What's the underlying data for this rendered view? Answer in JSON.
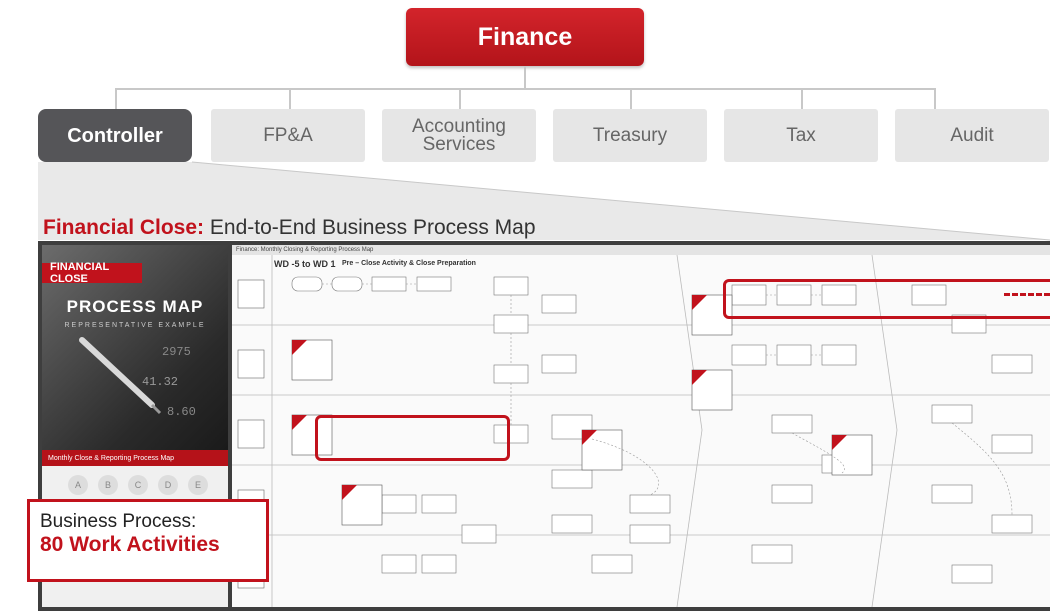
{
  "org": {
    "root_label": "Finance",
    "departments": [
      {
        "label": "Controller",
        "active": true
      },
      {
        "label": "FP&A",
        "active": false
      },
      {
        "label": "Accounting Services",
        "active": false
      },
      {
        "label": "Treasury",
        "active": false
      },
      {
        "label": "Tax",
        "active": false
      },
      {
        "label": "Audit",
        "active": false
      }
    ]
  },
  "section_title": {
    "bold": "Financial Close:",
    "rest": " End-to-End Business Process Map"
  },
  "map": {
    "cover_tag": "FINANCIAL CLOSE",
    "cover_title": "PROCESS MAP",
    "cover_subtitle": "REPRESENTATIVE EXAMPLE",
    "cover_band": "Monthly Close & Reporting Process Map",
    "steps": [
      "A",
      "B",
      "C",
      "D",
      "E"
    ],
    "header": "Finance: Monthly Closing & Reporting Process Map",
    "phase_title": "WD -5 to WD 1",
    "phase_subtitle": "Pre – Close Activity & Close Preparation"
  },
  "callout": {
    "line1": "Business Process:",
    "line2": "80 Work Activities"
  },
  "colors": {
    "accent": "#c1121c",
    "active_dept": "#555558",
    "dept": "#e6e6e6"
  }
}
